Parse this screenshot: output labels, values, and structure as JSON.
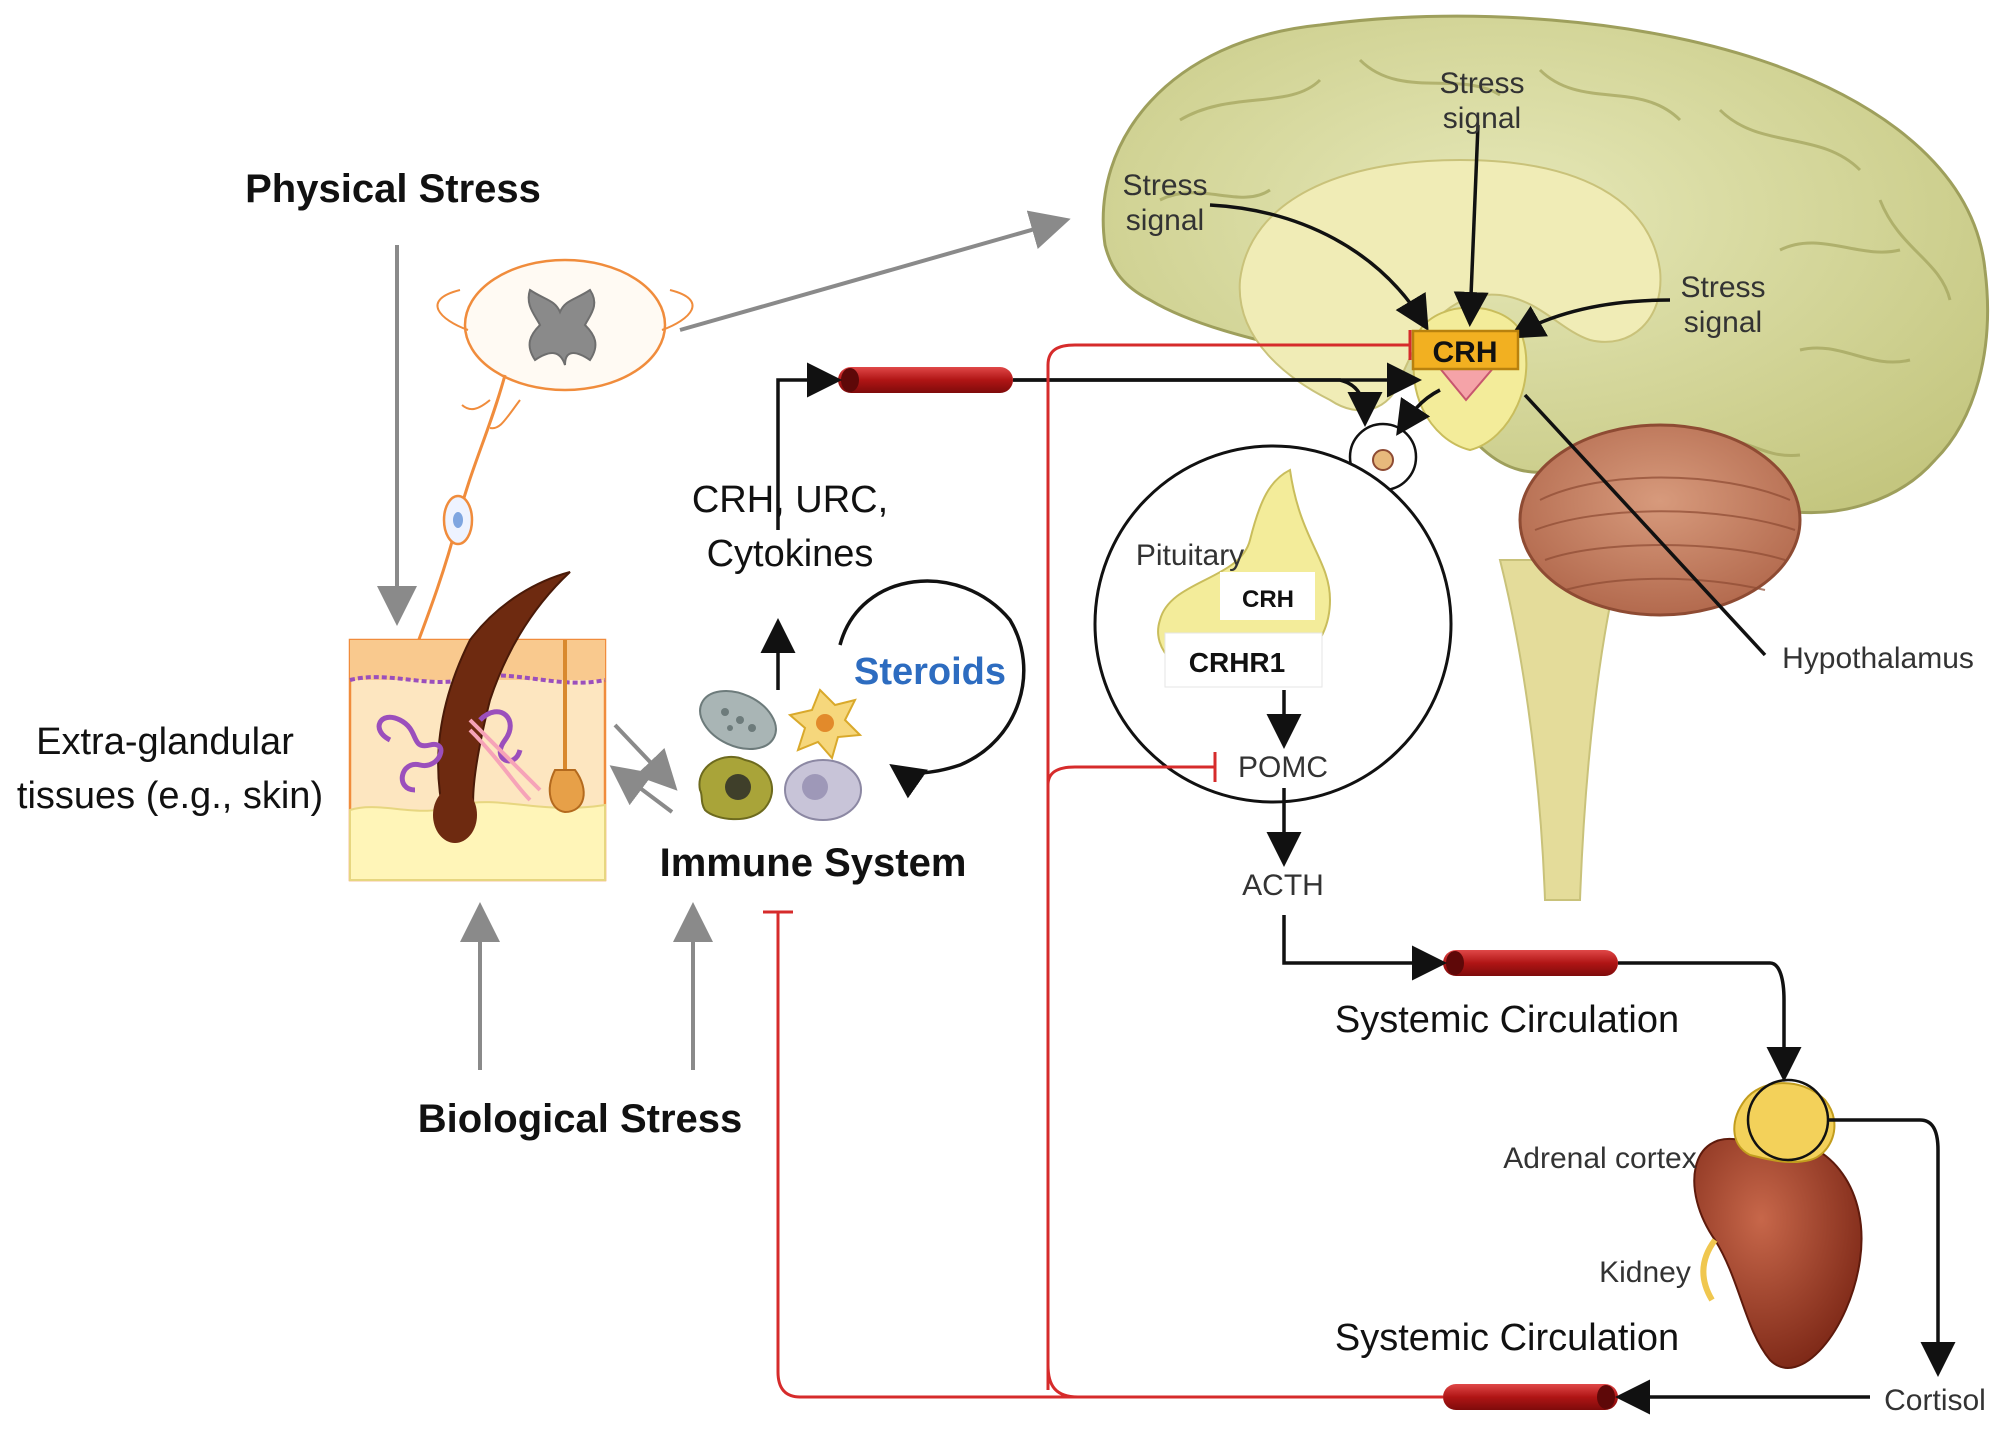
{
  "labels": {
    "physical_stress": "Physical Stress",
    "biological_stress": "Biological Stress",
    "extra_glandular_line1": "Extra-glandular",
    "extra_glandular_line2": "tissues (e.g., skin)",
    "immune_system": "Immune System",
    "crh_urc_line1": "CRH, URC,",
    "crh_urc_line2": "Cytokines",
    "steroids": "Steroids",
    "stress_signal_word1": "Stress",
    "stress_signal_word2": "signal",
    "crh": "CRH",
    "crhr1": "CRHR1",
    "pituitary": "Pituitary",
    "pomc": "POMC",
    "acth": "ACTH",
    "hypothalamus": "Hypothalamus",
    "systemic_circulation": "Systemic Circulation",
    "adrenal_cortex": "Adrenal cortex",
    "kidney": "Kidney",
    "cortisol": "Cortisol"
  },
  "colors": {
    "feedback_red": "#d62b2b",
    "vessel_red": "#c81e1e",
    "arrow_gray": "#8a8a8a",
    "brain_green": "#d4d69a",
    "crh_box_fill": "#f2b021",
    "steroids_blue": "#2d6cc0"
  }
}
